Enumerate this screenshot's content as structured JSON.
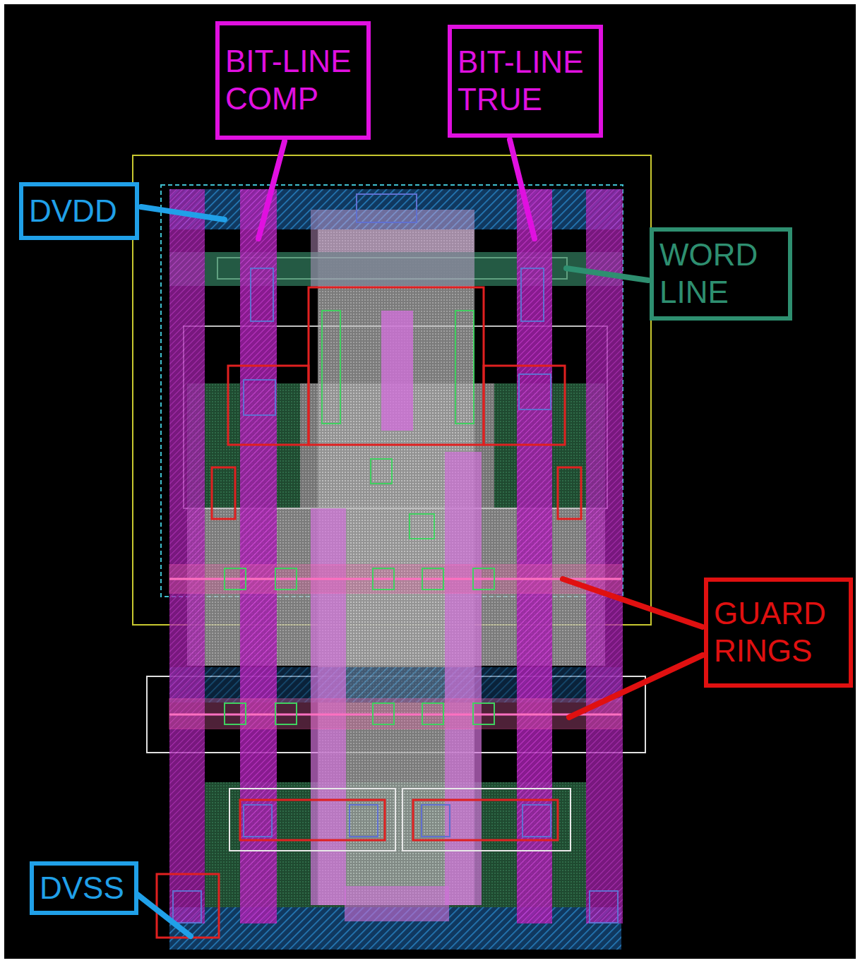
{
  "diagram": {
    "nodes": [
      {
        "text": [
          "BIT-LINE COMP"
        ]
      },
      {
        "text": [
          "BIT-LINE TRUE"
        ]
      },
      {
        "text": [
          "DVDD"
        ]
      },
      {
        "text": [
          "WORD LINE"
        ]
      },
      {
        "text": [
          "GUARD RINGS"
        ]
      },
      {
        "text": [
          "DVSS"
        ]
      }
    ]
  }
}
